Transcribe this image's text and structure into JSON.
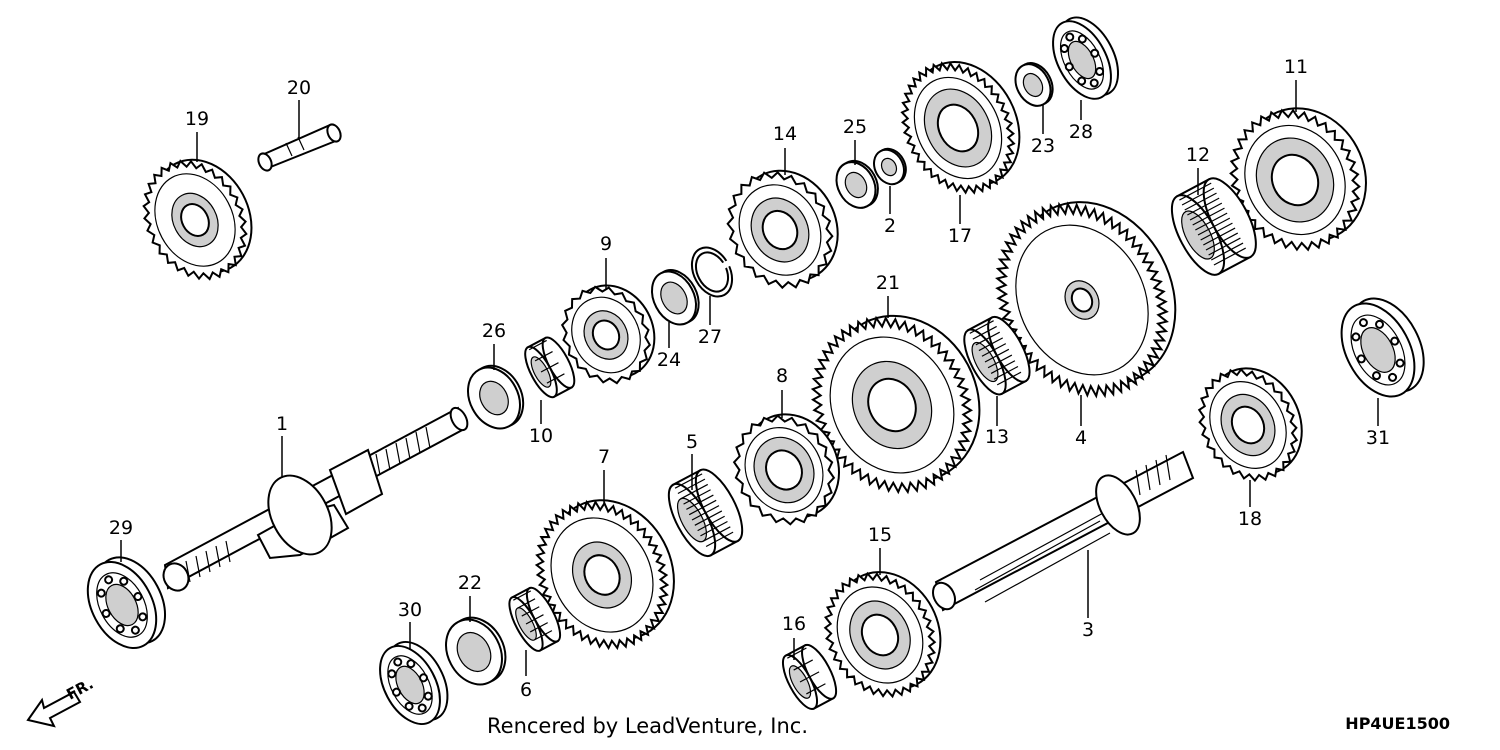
{
  "diagram": {
    "parts": [
      {
        "id": "1",
        "label": "1",
        "shape": "mainshaft"
      },
      {
        "id": "2",
        "label": "2",
        "shape": "ring"
      },
      {
        "id": "3",
        "label": "3",
        "shape": "countershaft"
      },
      {
        "id": "4",
        "label": "4",
        "shape": "gear"
      },
      {
        "id": "5",
        "label": "5",
        "shape": "bushing"
      },
      {
        "id": "6",
        "label": "6",
        "shape": "bushing"
      },
      {
        "id": "7",
        "label": "7",
        "shape": "gear"
      },
      {
        "id": "8",
        "label": "8",
        "shape": "gear"
      },
      {
        "id": "9",
        "label": "9",
        "shape": "gear"
      },
      {
        "id": "10",
        "label": "10",
        "shape": "bushing"
      },
      {
        "id": "11",
        "label": "11",
        "shape": "gear"
      },
      {
        "id": "12",
        "label": "12",
        "shape": "bushing"
      },
      {
        "id": "13",
        "label": "13",
        "shape": "bushing"
      },
      {
        "id": "14",
        "label": "14",
        "shape": "gear"
      },
      {
        "id": "15",
        "label": "15",
        "shape": "gear"
      },
      {
        "id": "16",
        "label": "16",
        "shape": "bushing"
      },
      {
        "id": "17",
        "label": "17",
        "shape": "gear"
      },
      {
        "id": "18",
        "label": "18",
        "shape": "gear"
      },
      {
        "id": "19",
        "label": "19",
        "shape": "gear"
      },
      {
        "id": "20",
        "label": "20",
        "shape": "pin"
      },
      {
        "id": "21",
        "label": "21",
        "shape": "gear"
      },
      {
        "id": "22",
        "label": "22",
        "shape": "washer"
      },
      {
        "id": "23",
        "label": "23",
        "shape": "washer"
      },
      {
        "id": "24",
        "label": "24",
        "shape": "washer"
      },
      {
        "id": "25",
        "label": "25",
        "shape": "washer"
      },
      {
        "id": "26",
        "label": "26",
        "shape": "washer"
      },
      {
        "id": "27",
        "label": "27",
        "shape": "clip"
      },
      {
        "id": "28",
        "label": "28",
        "shape": "bearing"
      },
      {
        "id": "29",
        "label": "29",
        "shape": "bearing"
      },
      {
        "id": "30",
        "label": "30",
        "shape": "bearing"
      },
      {
        "id": "31",
        "label": "31",
        "shape": "bearing"
      }
    ],
    "footer_credit": "Rencered by LeadVenture, Inc.",
    "diagram_code": "HP4UE1500",
    "direction_label": "FR.",
    "colors": {
      "ink": "#000000",
      "paper": "#ffffff",
      "shade": "#cfcfcf"
    }
  }
}
